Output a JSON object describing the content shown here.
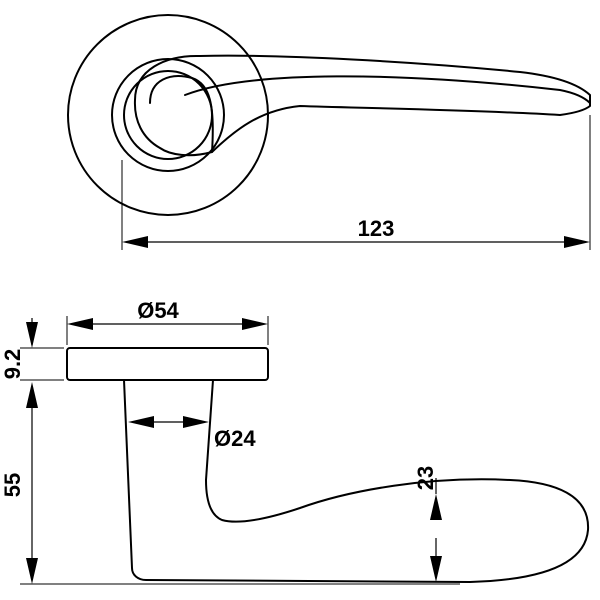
{
  "dimensions": {
    "length": "123",
    "rose_diameter": "Ø54",
    "rose_height": "9.2",
    "neck_diameter": "Ø24",
    "projection": "55",
    "lever_thickness": "23"
  }
}
